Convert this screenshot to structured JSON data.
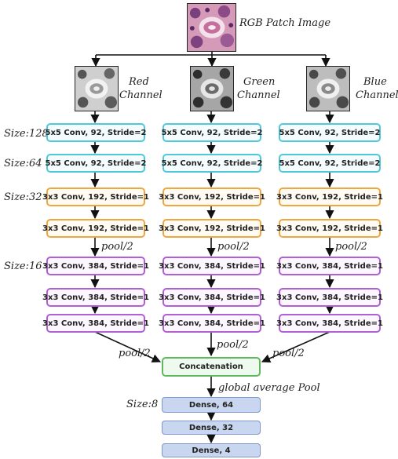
{
  "input": {
    "label": "RGB Patch Image"
  },
  "channels": [
    {
      "label_line1": "Red",
      "label_line2": "Channel"
    },
    {
      "label_line1": "Green",
      "label_line2": "Channel"
    },
    {
      "label_line1": "Blue",
      "label_line2": "Channel"
    }
  ],
  "sizes": [
    "Size:128",
    "Size:64",
    "Size:32",
    "Size:16",
    "Size:8"
  ],
  "layers": [
    "5x5 Conv, 92, Stride=2",
    "5x5 Conv, 92, Stride=2",
    "3x3 Conv, 192, Stride=1",
    "3x3 Conv, 192, Stride=1",
    "3x3 Conv, 384, Stride=1",
    "3x3 Conv, 384, Stride=1",
    "3x3 Conv, 384, Stride=1"
  ],
  "pool_label": "pool/2",
  "concat_label": "Concatenation",
  "gap_label": "global average Pool",
  "dense": [
    "Dense, 64",
    "Dense, 32",
    "Dense, 4"
  ],
  "colors": {
    "conv5": "#4fc8dc",
    "conv3_192": "#f0a640",
    "conv3_384": "#b25ed6",
    "concat": "#5fb860",
    "dense": "#c9d6ef"
  }
}
